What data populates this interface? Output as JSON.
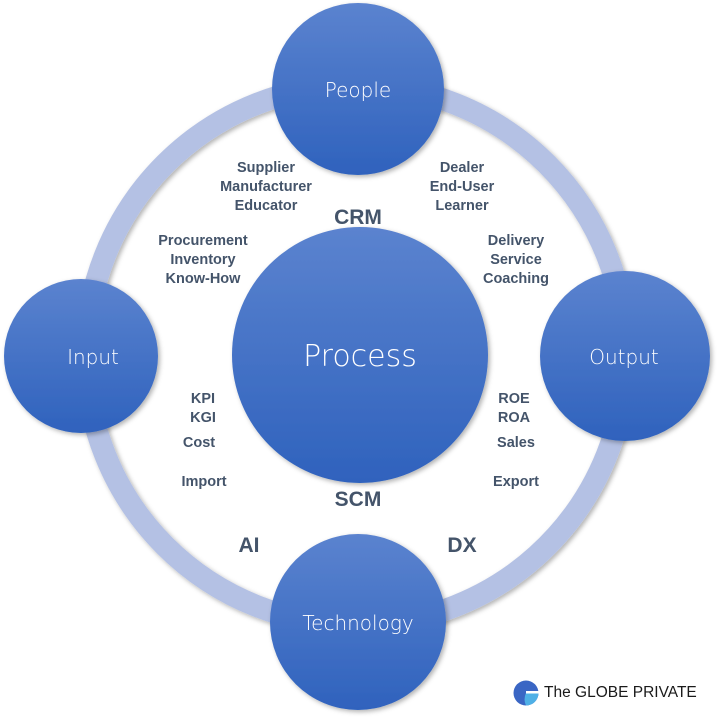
{
  "colors": {
    "node_top": "#5b83cf",
    "node_bottom": "#2f62bd",
    "ring": "#b4c1e4",
    "text_dark": "#44546a",
    "logo_dark": "#3a66c4",
    "logo_light": "#4fb0e6"
  },
  "center_node": {
    "label": "Process"
  },
  "nodes": {
    "top": {
      "label": "People"
    },
    "left": {
      "label": "Input"
    },
    "right": {
      "label": "Output"
    },
    "bottom": {
      "label": "Technology"
    }
  },
  "tags": {
    "top": "CRM",
    "bottom": "SCM",
    "bottom_left": "AI",
    "bottom_right": "DX"
  },
  "groups": {
    "top_left": [
      "Supplier",
      "Manufacturer",
      "Educator"
    ],
    "top_right": [
      "Dealer",
      "End-User",
      "Learner"
    ],
    "left_upper": [
      "Procurement",
      "Inventory",
      "Know-How"
    ],
    "right_upper": [
      "Delivery",
      "Service",
      "Coaching"
    ],
    "left_metrics": [
      "KPI",
      "KGI",
      "Cost"
    ],
    "left_trade": "Import",
    "right_metrics": [
      "ROE",
      "ROA",
      "Sales"
    ],
    "right_trade": "Export"
  },
  "branding": {
    "name": "The GLOBE PRIVATE"
  }
}
